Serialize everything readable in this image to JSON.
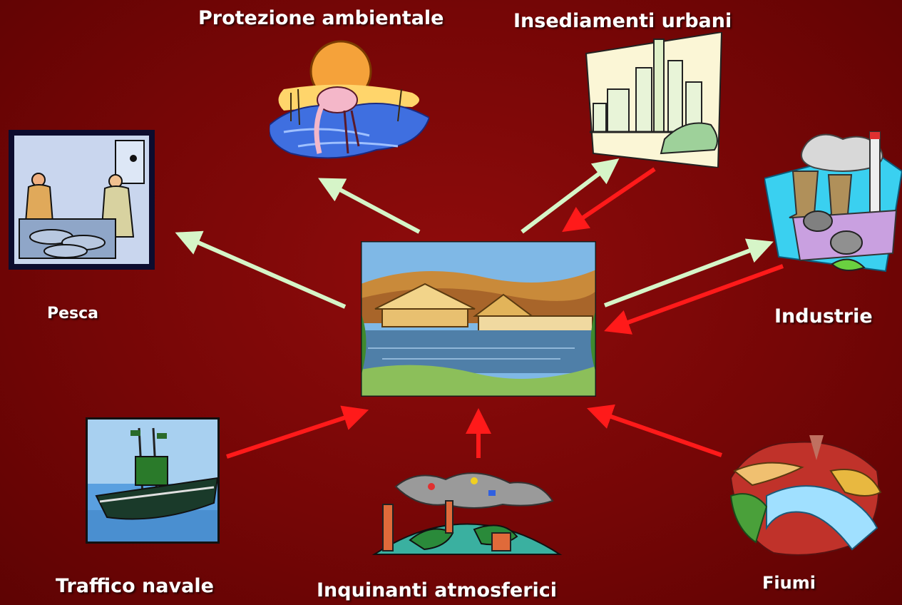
{
  "labels": {
    "protezione": "Protezione ambientale",
    "insediamenti": "Insediamenti urbani",
    "pesca": "Pesca",
    "industrie": "Industrie",
    "traffico": "Traffico navale",
    "inquinanti": "Inquinanti atmosferici",
    "fiumi": "Fiumi"
  },
  "colors": {
    "background": "#760606",
    "arrow_outgoing": "#d6f5c8",
    "arrow_incoming": "#ff1a1a"
  }
}
